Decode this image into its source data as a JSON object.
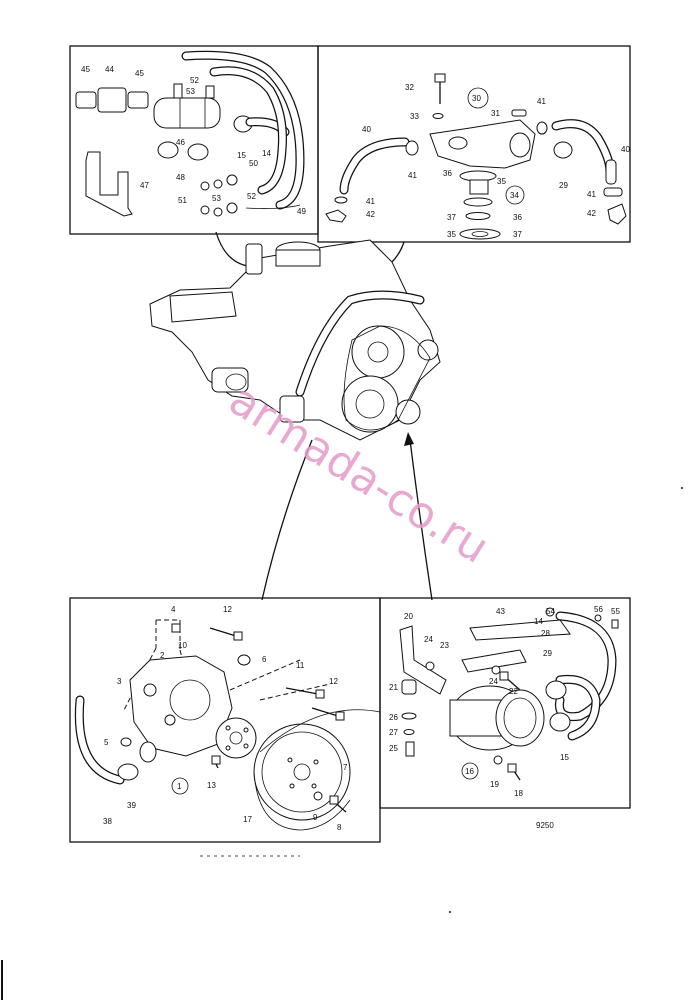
{
  "watermark": "armada-co.ru",
  "figure_number": "9250",
  "top_left_panel": {
    "callouts": [
      "45",
      "44",
      "45",
      "52",
      "53",
      "46",
      "48",
      "15",
      "14",
      "50",
      "47",
      "51",
      "53",
      "52",
      "49"
    ]
  },
  "top_right_panel": {
    "callouts": [
      "32",
      "30",
      "33",
      "31",
      "41",
      "40",
      "41",
      "36",
      "35",
      "34",
      "37",
      "36",
      "35",
      "37",
      "41",
      "42",
      "29",
      "40",
      "41",
      "42"
    ]
  },
  "bottom_left_panel": {
    "callouts": [
      "4",
      "12",
      "2",
      "10",
      "6",
      "3",
      "11",
      "12",
      "5",
      "1",
      "13",
      "7",
      "39",
      "38",
      "17",
      "9",
      "8"
    ]
  },
  "bottom_right_panel": {
    "callouts": [
      "20",
      "43",
      "54",
      "14",
      "56",
      "55",
      "28",
      "24",
      "23",
      "21",
      "24",
      "22",
      "29",
      "26",
      "27",
      "25",
      "16",
      "19",
      "18",
      "15"
    ]
  }
}
